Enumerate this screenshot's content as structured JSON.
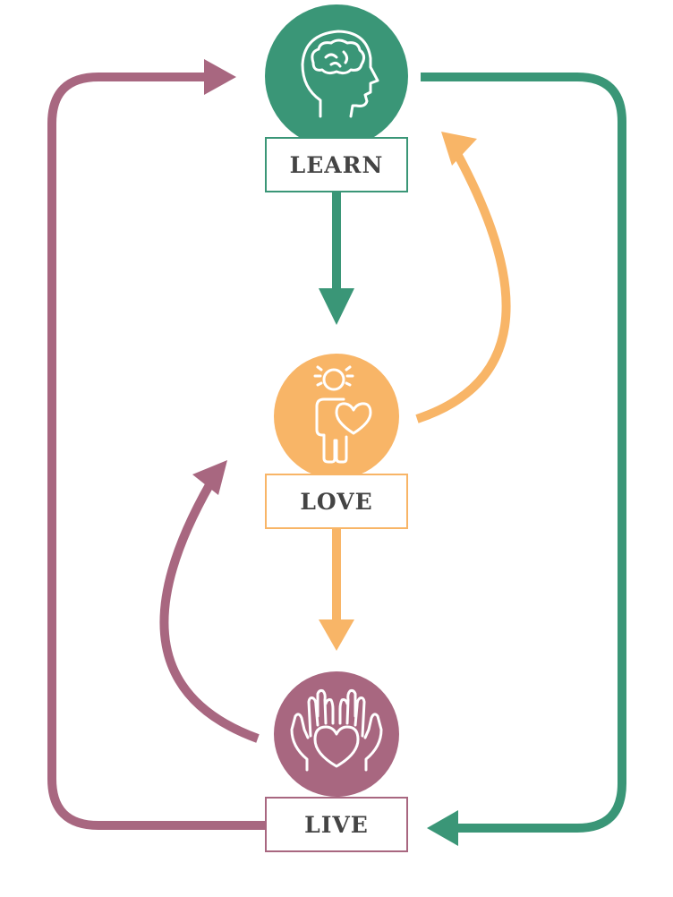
{
  "colors": {
    "learn": "#3a9677",
    "love": "#f8b567",
    "live": "#a86780",
    "label_text": "#444444"
  },
  "nodes": [
    {
      "id": "learn",
      "label": "LEARN",
      "icon": "head-brain-icon"
    },
    {
      "id": "love",
      "label": "LOVE",
      "icon": "person-heart-icon"
    },
    {
      "id": "live",
      "label": "LIVE",
      "icon": "hands-heart-icon"
    }
  ],
  "edges": [
    {
      "from": "learn",
      "to": "love",
      "style": "straight-down",
      "color": "learn"
    },
    {
      "from": "love",
      "to": "live",
      "style": "straight-down",
      "color": "love"
    },
    {
      "from": "love",
      "to": "learn",
      "style": "curved-right",
      "color": "love"
    },
    {
      "from": "live",
      "to": "love",
      "style": "curved-left",
      "color": "live"
    },
    {
      "from": "live",
      "to": "learn",
      "style": "outer-left-loop",
      "color": "live"
    },
    {
      "from": "learn",
      "to": "live",
      "style": "outer-right-loop",
      "color": "learn"
    }
  ]
}
